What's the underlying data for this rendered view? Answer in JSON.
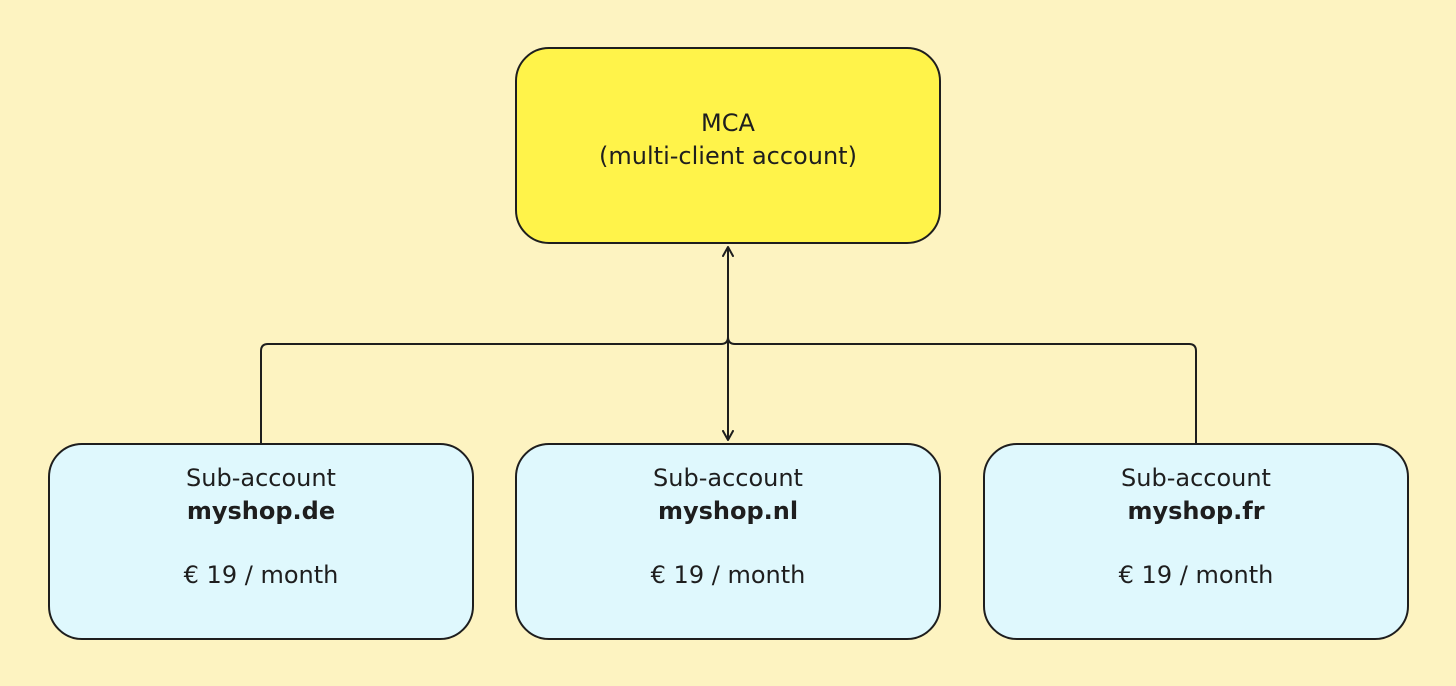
{
  "colors": {
    "background": "#fdf3c1",
    "root_fill": "#fff34a",
    "sub_fill": "#dff8fd",
    "stroke": "#1e1e1e"
  },
  "root": {
    "title": "MCA",
    "subtitle": "(multi-client account)"
  },
  "subaccounts": [
    {
      "label": "Sub-account",
      "domain": "myshop.de",
      "price": "€ 19 / month"
    },
    {
      "label": "Sub-account",
      "domain": "myshop.nl",
      "price": "€ 19 / month"
    },
    {
      "label": "Sub-account",
      "domain": "myshop.fr",
      "price": "€ 19 / month"
    }
  ],
  "connection": {
    "type": "bidirectional-arrow",
    "from": "root",
    "to": "subaccounts"
  }
}
